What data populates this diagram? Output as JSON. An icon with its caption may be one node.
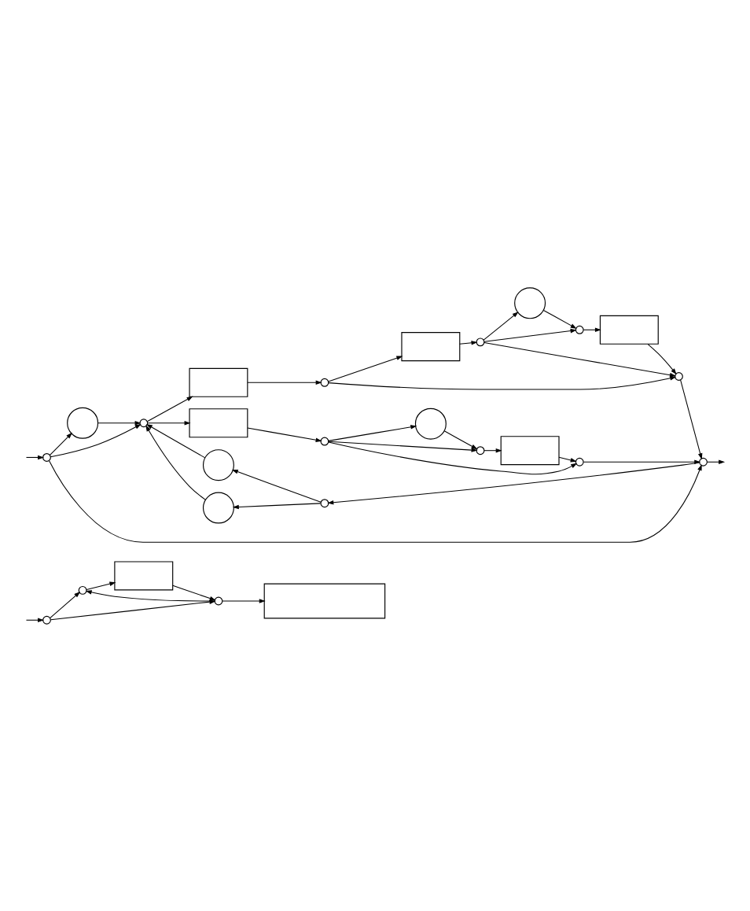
{
  "diagram": {
    "nodes": [
      {
        "text": [],
        "shape": "circle"
      },
      {
        "text": [],
        "shape": "circle"
      },
      {
        "text": [],
        "shape": "circle"
      },
      {
        "text": [],
        "shape": "circle"
      },
      {
        "text": [],
        "shape": "circle"
      },
      {
        "text": [],
        "shape": "circle"
      },
      {
        "text": [],
        "shape": "box"
      },
      {
        "text": [],
        "shape": "circle"
      },
      {
        "text": [],
        "shape": "box"
      },
      {
        "text": [],
        "shape": "circle"
      },
      {
        "text": [],
        "shape": "circle"
      },
      {
        "text": [],
        "shape": "circle"
      },
      {
        "text": [],
        "shape": "box"
      },
      {
        "text": [],
        "shape": "circle"
      },
      {
        "text": [],
        "shape": "circle"
      },
      {
        "text": [],
        "shape": "box"
      },
      {
        "text": [],
        "shape": "circle"
      },
      {
        "text": [],
        "shape": "circle"
      },
      {
        "text": [],
        "shape": "circle"
      },
      {
        "text": [],
        "shape": "box"
      },
      {
        "text": [],
        "shape": "circle"
      },
      {
        "text": [],
        "shape": "circle"
      },
      {
        "text": [],
        "shape": "circle"
      },
      {
        "text": [],
        "shape": "box"
      },
      {
        "text": [],
        "shape": "circle"
      },
      {
        "text": [],
        "shape": "box"
      }
    ],
    "edges": [
      {
        "from": null,
        "to": 0,
        "arrow": "to"
      },
      {
        "from": 0,
        "to": 1,
        "arrow": "to"
      },
      {
        "from": 1,
        "to": 2,
        "arrow": "to"
      },
      {
        "from": 0,
        "to": 2,
        "arrow": "to"
      },
      {
        "from": 0,
        "to": 14,
        "arrow": "to"
      },
      {
        "from": 2,
        "to": 6,
        "arrow": "to"
      },
      {
        "from": 2,
        "to": 15,
        "arrow": "to"
      },
      {
        "from": 5,
        "to": 3,
        "arrow": "to"
      },
      {
        "from": 5,
        "to": 4,
        "arrow": "to"
      },
      {
        "from": 3,
        "to": 2,
        "arrow": "to"
      },
      {
        "from": 4,
        "to": 2,
        "arrow": "to"
      },
      {
        "from": 14,
        "to": 5,
        "arrow": "to"
      },
      {
        "from": 6,
        "to": 7,
        "arrow": "to"
      },
      {
        "from": 7,
        "to": 8,
        "arrow": "to"
      },
      {
        "from": 7,
        "to": 13,
        "arrow": "to"
      },
      {
        "from": 8,
        "to": 9,
        "arrow": "to"
      },
      {
        "from": 9,
        "to": 10,
        "arrow": "to"
      },
      {
        "from": 10,
        "to": 11,
        "arrow": "to"
      },
      {
        "from": 9,
        "to": 11,
        "arrow": "to"
      },
      {
        "from": 9,
        "to": 13,
        "arrow": "to"
      },
      {
        "from": 11,
        "to": 12,
        "arrow": "to"
      },
      {
        "from": 12,
        "to": 13,
        "arrow": "to"
      },
      {
        "from": 13,
        "to": 14,
        "arrow": "to"
      },
      {
        "from": 15,
        "to": 16,
        "arrow": "to"
      },
      {
        "from": 16,
        "to": 17,
        "arrow": "to"
      },
      {
        "from": 17,
        "to": 18,
        "arrow": "to"
      },
      {
        "from": 16,
        "to": 18,
        "arrow": "to"
      },
      {
        "from": 18,
        "to": 19,
        "arrow": "to"
      },
      {
        "from": 19,
        "to": 20,
        "arrow": "to"
      },
      {
        "from": 16,
        "to": 20,
        "arrow": "to"
      },
      {
        "from": 20,
        "to": 14,
        "arrow": "to"
      },
      {
        "from": 14,
        "to": null,
        "arrow": "to"
      },
      {
        "from": null,
        "to": 21,
        "arrow": "to"
      },
      {
        "from": 21,
        "to": 22,
        "arrow": "to"
      },
      {
        "from": 22,
        "to": 23,
        "arrow": "to"
      },
      {
        "from": 23,
        "to": 24,
        "arrow": "to"
      },
      {
        "from": 24,
        "to": 22,
        "arrow": "to"
      },
      {
        "from": 21,
        "to": 24,
        "arrow": "to"
      },
      {
        "from": 24,
        "to": 25,
        "arrow": "to"
      }
    ]
  }
}
